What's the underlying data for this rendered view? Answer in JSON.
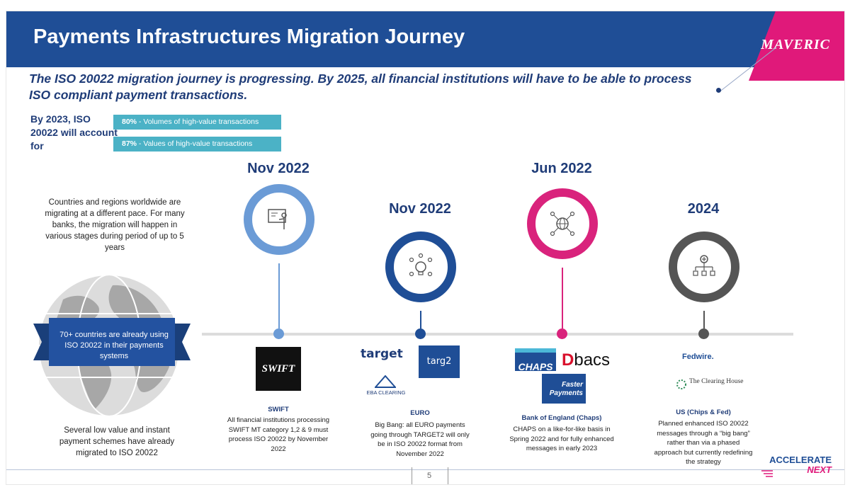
{
  "header": {
    "title": "Payments Infrastructures Migration Journey",
    "brand": "MAVERIC"
  },
  "subtitle": "The ISO 20022 migration journey is progressing. By 2025, all financial institutions will have to be able to process ISO compliant payment transactions.",
  "stats": {
    "intro": "By 2023, ISO 20022 will account for",
    "items": [
      {
        "pct": "80%",
        "text": " - Volumes of high-value transactions"
      },
      {
        "pct": "87%",
        "text": " - Values of high-value transactions"
      }
    ]
  },
  "left": {
    "top_text": "Countries and regions worldwide are migrating at a different pace. For many banks, the migration will happen in various stages during period of up to 5 years",
    "ribbon_text": "70+ countries are already using ISO 20022 in their payments systems",
    "bottom_text": "Several low value and instant payment schemes have already migrated to ISO 20022"
  },
  "milestones": [
    {
      "date": "Nov 2022",
      "color": "#6b9bd6",
      "icon": "presentation-icon",
      "logos": [
        "SWIFT"
      ],
      "title": "SWIFT",
      "body": "All financial institutions processing SWIFT MT category 1,2 & 9 must process ISO 20022 by November 2022"
    },
    {
      "date": "Nov 2022",
      "color": "#1f4e96",
      "icon": "lightbulb-team-icon",
      "logos": [
        "target",
        "targ2",
        "EBA CLEARING"
      ],
      "title": "EURO",
      "body": "Big Bang: all EURO payments going through TARGET2 will only be in ISO 20022 format from November 2022"
    },
    {
      "date": "Jun 2022",
      "color": "#d9237c",
      "icon": "globe-network-icon",
      "logos": [
        "CHAPS",
        "bacs",
        "Faster Payments"
      ],
      "title": "Bank of England (Chaps)",
      "body": "CHAPS on a like-for-like basis in Spring 2022 and for fully enhanced messages in early 2023"
    },
    {
      "date": "2024",
      "color": "#555555",
      "icon": "hierarchy-icon",
      "logos": [
        "Fedwire.",
        "The Clearing House"
      ],
      "title": "US (Chips & Fed)",
      "body": "Planned enhanced ISO 20022 messages through a “big bang” rather than via a phased approach but currently redefining the strategy"
    }
  ],
  "footer": {
    "accelerate": "ACCELERATE",
    "next": "NEXT",
    "page": "5"
  }
}
